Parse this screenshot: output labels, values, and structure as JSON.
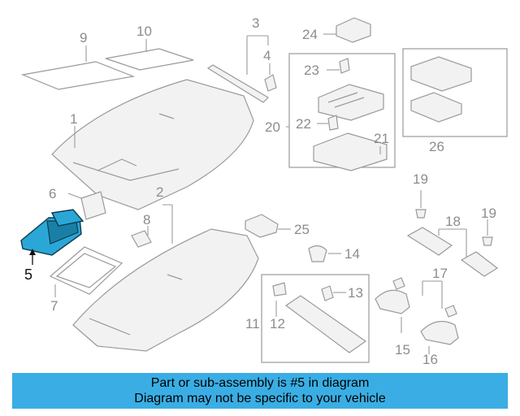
{
  "callouts": {
    "c1": "1",
    "c2": "2",
    "c3": "3",
    "c4": "4",
    "c5": "5",
    "c6": "6",
    "c7": "7",
    "c8": "8",
    "c9": "9",
    "c10": "10",
    "c11": "11",
    "c12": "12",
    "c13": "13",
    "c14": "14",
    "c15": "15",
    "c16": "16",
    "c17": "17",
    "c18": "18",
    "c19a": "19",
    "c19b": "19",
    "c20": "20",
    "c21": "21",
    "c22": "22",
    "c23": "23",
    "c24": "24",
    "c25": "25",
    "c26": "26"
  },
  "highlight": {
    "part": "5",
    "color": "#2aa7d6"
  },
  "banner": {
    "line1": "Part or sub-assembly is #5 in diagram",
    "line2": "Diagram may not be specific to your vehicle",
    "color": "#3aaee4"
  }
}
